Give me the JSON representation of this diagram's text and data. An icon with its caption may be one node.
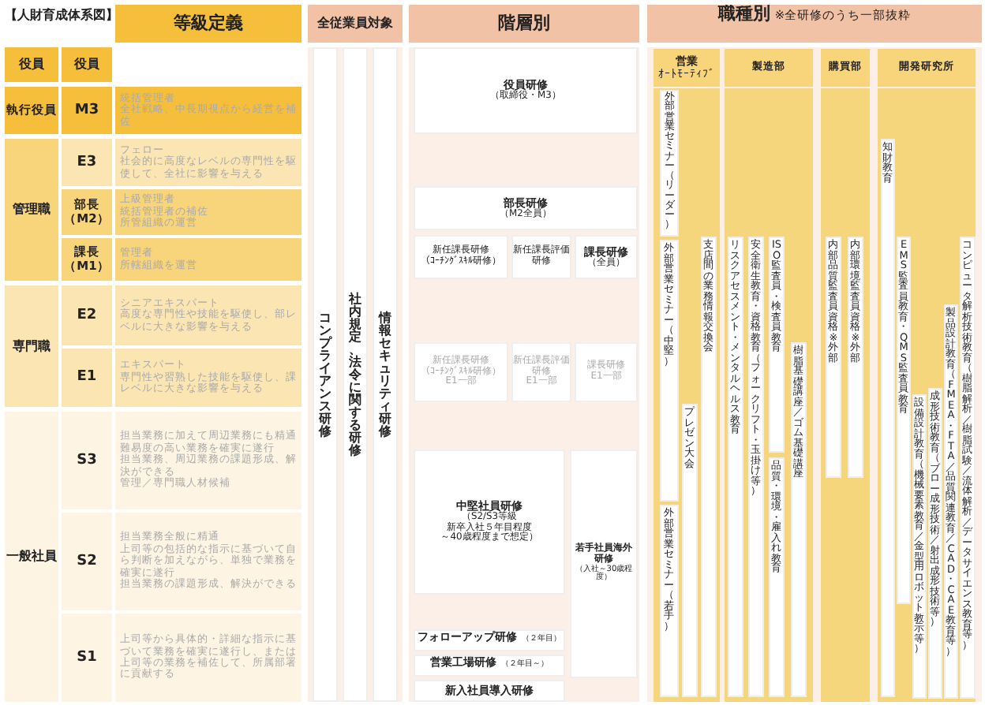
{
  "diagram": {
    "title": "【人財育成体系図】",
    "nodes": [
      {
        "text": [
          "等級定義"
        ]
      },
      {
        "text": [
          "全従業員対象"
        ]
      },
      {
        "text": [
          "階層別"
        ]
      },
      {
        "text": [
          "職種別",
          "※全研修のうち一部抜粋"
        ]
      },
      {
        "text": [
          "役員"
        ]
      },
      {
        "text": [
          "役員"
        ]
      },
      {
        "text": [
          "執行役員"
        ]
      },
      {
        "text": [
          "M3"
        ]
      },
      {
        "text": [
          "統括管理者",
          "全社戦略、中長期視点から経営を補佐"
        ]
      },
      {
        "text": [
          "管理職"
        ]
      },
      {
        "text": [
          "E3"
        ]
      },
      {
        "text": [
          "フェロー",
          "社会的に高度なレベルの専門性を駆使して、全社に影響を与える"
        ]
      },
      {
        "text": [
          "部長（M2）"
        ]
      },
      {
        "text": [
          "上級管理者",
          "統括管理者の補佐",
          "所管組織の運営"
        ]
      },
      {
        "text": [
          "課長（M1）"
        ]
      },
      {
        "text": [
          "管理者",
          "所轄組織を運営"
        ]
      },
      {
        "text": [
          "専門職"
        ]
      },
      {
        "text": [
          "E2"
        ]
      },
      {
        "text": [
          "シニアエキスパート",
          "高度な専門性や技能を駆使し、部レベルに大きな影響を与える"
        ]
      },
      {
        "text": [
          "E1"
        ]
      },
      {
        "text": [
          "エキスパート",
          "専門性や習熟した技能を駆使し、課レベルに大きな影響を与える"
        ]
      },
      {
        "text": [
          "一般社員"
        ]
      },
      {
        "text": [
          "S3"
        ]
      },
      {
        "text": [
          "担当業務に加えて周辺業務にも精通",
          "難易度の高い業務を確実に遂行",
          "担当業務、周辺業務の課題形成、解決ができる",
          "管理／専門職人材候補"
        ]
      },
      {
        "text": [
          "S2"
        ]
      },
      {
        "text": [
          "担当業務全般に精通",
          "上司等の包括的な指示に基づいて自ら判断を加えながら、単独で業務を確実に遂行",
          "担当業務の課題形成、解決ができる"
        ]
      },
      {
        "text": [
          "S1"
        ]
      },
      {
        "text": [
          "上司等から具体的・詳細な指示に基づいて業務を確実に遂行し、または上司等の業務を補佐して、所属部署に貢献する"
        ]
      },
      {
        "text": [
          "コンプライアンス研修"
        ]
      },
      {
        "text": [
          "社内規定、法令に関する研修"
        ]
      },
      {
        "text": [
          "情報セキュリティ研修"
        ]
      },
      {
        "text": [
          "役員研修",
          "（取締役・M3）"
        ]
      },
      {
        "text": [
          "部長研修",
          "（M2全員）"
        ]
      },
      {
        "text": [
          "新任課長研修",
          "（ｺｰﾁﾝｸﾞｽｷﾙ研修）"
        ]
      },
      {
        "text": [
          "新任課長評価研修"
        ]
      },
      {
        "text": [
          "課長研修",
          "（全員）"
        ]
      },
      {
        "text": [
          "新任課長研修",
          "（ｺｰﾁﾝｸﾞｽｷﾙ研修）",
          "E1一部"
        ]
      },
      {
        "text": [
          "新任課長評価研修",
          "E1一部"
        ]
      },
      {
        "text": [
          "課長研修",
          "E1一部"
        ]
      },
      {
        "text": [
          "中堅社員研修",
          "（S2/S3等級",
          "新卒入社５年目程度",
          "～40歳程度まで想定）"
        ]
      },
      {
        "text": [
          "若手社員海外研修",
          "（入社～30歳程度）"
        ]
      },
      {
        "text": [
          "フォローアップ研修",
          "（２年目）"
        ]
      },
      {
        "text": [
          "営業工場研修",
          "（２年目～）"
        ]
      },
      {
        "text": [
          "新入社員導入研修"
        ]
      },
      {
        "text": [
          "営業",
          "ｵｰﾄﾓｰﾃｨﾌﾞ"
        ]
      },
      {
        "text": [
          "製造部"
        ]
      },
      {
        "text": [
          "購買部"
        ]
      },
      {
        "text": [
          "開発研究所"
        ]
      },
      {
        "text": [
          "外部営業セミナー（リーダー）"
        ]
      },
      {
        "text": [
          "外部営業セミナー（中堅）"
        ]
      },
      {
        "text": [
          "外部営業セミナー（若手）"
        ]
      },
      {
        "text": [
          "プレゼン大会"
        ]
      },
      {
        "text": [
          "支店間の業務情報交換会"
        ]
      },
      {
        "text": [
          "リスクアセスメント・メンタルヘルス教育"
        ]
      },
      {
        "text": [
          "安全衛生教育・資格教育（フォークリフト・玉掛け等）"
        ]
      },
      {
        "text": [
          "ISO監査員・検査員教育"
        ]
      },
      {
        "text": [
          "品質・環境・雇入れ教育"
        ]
      },
      {
        "text": [
          "樹脂基礎講座／ゴム基礎講座"
        ]
      },
      {
        "text": [
          "内部品質監査員資格",
          "※外部"
        ]
      },
      {
        "text": [
          "内部環境監査員資格",
          "※外部"
        ]
      },
      {
        "text": [
          "知財教育"
        ]
      },
      {
        "text": [
          "EMS監査員教育・QMS監査員教育"
        ]
      },
      {
        "text": [
          "設備設計教育（機械要素教育／金型用ロボット教示等）"
        ]
      },
      {
        "text": [
          "成形技術教育（ブロー成形技術／射出成形技術等）"
        ]
      },
      {
        "text": [
          "製品設計教育（FMEA・FTA／品質関連教育／CAD・CAE教育等）"
        ]
      },
      {
        "text": [
          "コンピュータ解析技術教育（樹脂解析／樹脂試験／流体解析／データサイエンス教育等）"
        ]
      }
    ],
    "edges": []
  }
}
